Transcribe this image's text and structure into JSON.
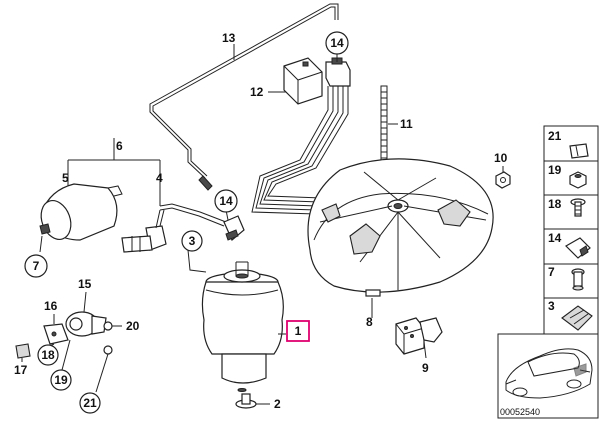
{
  "diagram": {
    "callouts": [
      {
        "id": "c13",
        "text": "13"
      },
      {
        "id": "c14a",
        "text": "14"
      },
      {
        "id": "c12",
        "text": "12"
      },
      {
        "id": "c11",
        "text": "11"
      },
      {
        "id": "c6",
        "text": "6"
      },
      {
        "id": "c5",
        "text": "5"
      },
      {
        "id": "c4",
        "text": "4"
      },
      {
        "id": "c10",
        "text": "10"
      },
      {
        "id": "c14b",
        "text": "14"
      },
      {
        "id": "c3",
        "text": "3"
      },
      {
        "id": "c7",
        "text": "7"
      },
      {
        "id": "c15",
        "text": "15"
      },
      {
        "id": "c16",
        "text": "16"
      },
      {
        "id": "c20",
        "text": "20"
      },
      {
        "id": "c18",
        "text": "18"
      },
      {
        "id": "c17",
        "text": "17"
      },
      {
        "id": "c19",
        "text": "19"
      },
      {
        "id": "c21",
        "text": "21"
      },
      {
        "id": "c1",
        "text": "1"
      },
      {
        "id": "c2",
        "text": "2"
      },
      {
        "id": "c8",
        "text": "8"
      },
      {
        "id": "c9",
        "text": "9"
      }
    ],
    "side_panel": [
      "21",
      "19",
      "18",
      "14",
      "7",
      "3"
    ],
    "reference_number": "00052540",
    "highlight_color": "#e0006f"
  }
}
